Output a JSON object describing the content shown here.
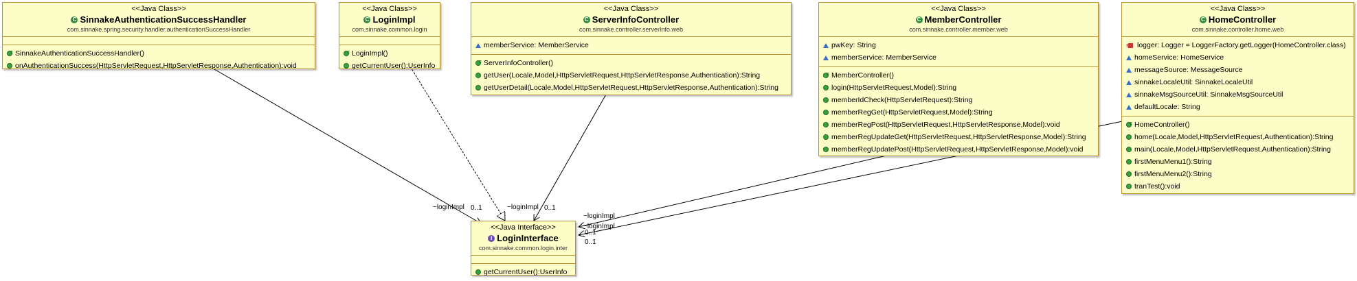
{
  "classes": {
    "sinnake_handler": {
      "stereotype": "<<Java Class>>",
      "name": "SinnakeAuthenticationSuccessHandler",
      "package": "com.sinnake.spring.security.handler.authenticationSuccessHandler",
      "attributes": [],
      "methods": [
        "SinnakeAuthenticationSuccessHandler()",
        "onAuthenticationSuccess(HttpServletRequest,HttpServletResponse,Authentication):void"
      ]
    },
    "login_impl": {
      "stereotype": "<<Java Class>>",
      "name": "LoginImpl",
      "package": "com.sinnake.common.login",
      "attributes": [],
      "methods": [
        "LoginImpl()",
        "getCurrentUser():UserInfo"
      ]
    },
    "server_info_controller": {
      "stereotype": "<<Java Class>>",
      "name": "ServerInfoController",
      "package": "com.sinnake.controller.serverInfo.web",
      "attributes": [
        "memberService: MemberService"
      ],
      "methods": [
        "ServerInfoController()",
        "getUser(Locale,Model,HttpServletRequest,HttpServletResponse,Authentication):String",
        "getUserDetail(Locale,Model,HttpServletRequest,HttpServletResponse,Authentication):String"
      ]
    },
    "member_controller": {
      "stereotype": "<<Java Class>>",
      "name": "MemberController",
      "package": "com.sinnake.controller.member.web",
      "attributes": [
        "pwKey: String",
        "memberService: MemberService"
      ],
      "methods": [
        "MemberController()",
        "login(HttpServletRequest,Model):String",
        "memberIdCheck(HttpServletRequest):String",
        "memberRegGet(HttpServletRequest,Model):String",
        "memberRegPost(HttpServletRequest,HttpServletResponse,Model):void",
        "memberRegUpdateGet(HttpServletRequest,HttpServletResponse,Model):String",
        "memberRegUpdatePost(HttpServletRequest,HttpServletResponse,Model):void"
      ]
    },
    "home_controller": {
      "stereotype": "<<Java Class>>",
      "name": "HomeController",
      "package": "com.sinnake.controller.home.web",
      "attributes": [
        "logger: Logger = LoggerFactory.getLogger(HomeController.class)",
        "homeService: HomeService",
        "messageSource: MessageSource",
        "sinnakeLocaleUtil: SinnakeLocaleUtil",
        "sinnakeMsgSourceUtil: SinnakeMsgSourceUtil",
        "defaultLocale: String"
      ],
      "methods": [
        "HomeController()",
        "home(Locale,Model,HttpServletRequest,Authentication):String",
        "main(Locale,Model,HttpServletRequest,Authentication):String",
        "firstMenuMenu1():String",
        "firstMenuMenu2():String",
        "tranTest():void"
      ]
    },
    "login_interface": {
      "stereotype": "<<Java Interface>>",
      "name": "LoginInterface",
      "package": "com.sinnake.common.login.inter",
      "attributes": [],
      "methods": [
        "getCurrentUser():UserInfo"
      ]
    }
  },
  "association_labels": {
    "role": "~loginImpl",
    "multiplicity": "0..1"
  },
  "colors": {
    "box_fill": "#fdfdc8",
    "box_border": "#b8922e",
    "class_icon": "#2e8b3a",
    "interface_icon": "#6a4bb5"
  }
}
